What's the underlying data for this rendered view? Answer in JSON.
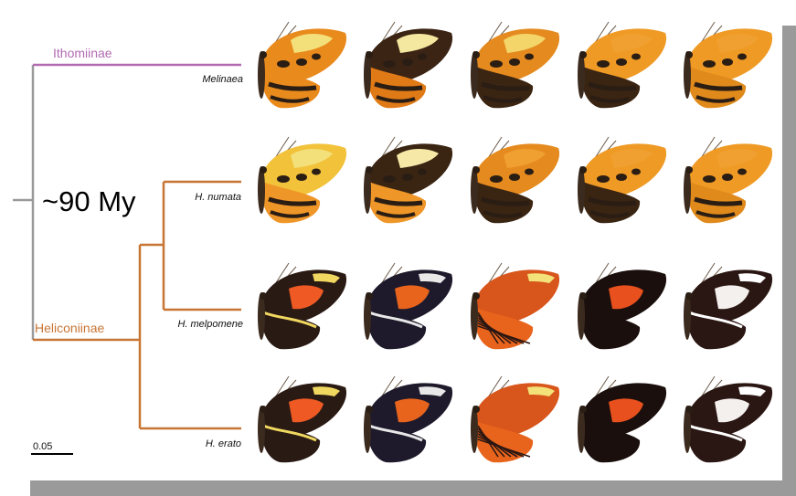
{
  "colors": {
    "ithomiinae_branch": "#b26bb2",
    "heliconiinae_branch": "#c87533",
    "root_branch": "#9a9a9a",
    "shadow": "#9a9a9a",
    "orange": "#e8901c",
    "black": "#2a1d14",
    "yellow": "#f3e27a",
    "red": "#e84c1e"
  },
  "tree": {
    "age_label": "~90 My",
    "clades": [
      {
        "label": "Ithomiinae",
        "color": "#b26bb2"
      },
      {
        "label": "Heliconiinae",
        "color": "#c87533"
      }
    ],
    "species": [
      "Melinaea",
      "H. numata",
      "H. melpomene",
      "H. erato"
    ],
    "scale_bar_label": "0.05"
  },
  "butterfly_rows": [
    {
      "species": "Melinaea",
      "morphs": [
        {
          "pattern": "tiger",
          "fore": "#e98a1c",
          "hind": "#e98a1c",
          "spots": "#2a1d14",
          "band": "#f3e07a"
        },
        {
          "pattern": "tiger",
          "fore": "#3b2414",
          "hind": "#e07a16",
          "spots": "#2a1d14",
          "band": "#f4e8a0"
        },
        {
          "pattern": "tiger",
          "fore": "#e58a1e",
          "hind": "#3a2412",
          "spots": "#2a1d14",
          "band": "#f3d56a"
        },
        {
          "pattern": "tiger",
          "fore": "#ef9a24",
          "hind": "#3a2412",
          "spots": "#2a1d14",
          "band": "#f0a030"
        },
        {
          "pattern": "tiger",
          "fore": "#ef9a24",
          "hind": "#e08a1c",
          "spots": "#2a1d14",
          "band": "#f0a030"
        }
      ]
    },
    {
      "species": "H. numata",
      "morphs": [
        {
          "pattern": "tiger",
          "fore": "#f2c23a",
          "hind": "#ef9628",
          "spots": "#2a1d14",
          "band": "#f3e07a"
        },
        {
          "pattern": "tiger",
          "fore": "#3a2412",
          "hind": "#ef9628",
          "spots": "#2a1d14",
          "band": "#f6e9a8"
        },
        {
          "pattern": "tiger",
          "fore": "#e58a1e",
          "hind": "#3a2412",
          "spots": "#2a1d14",
          "band": "#f0a030"
        },
        {
          "pattern": "tiger",
          "fore": "#ef9a24",
          "hind": "#3a2412",
          "spots": "#2a1d14",
          "band": "#f0a030"
        },
        {
          "pattern": "tiger",
          "fore": "#ef9a24",
          "hind": "#e08a1c",
          "spots": "#2a1d14",
          "band": "#f0a030"
        }
      ]
    },
    {
      "species": "H. melpomene",
      "morphs": [
        {
          "pattern": "postman",
          "fore": "#2a1a14",
          "hind": "#2a1a14",
          "spots": "#f0d860",
          "band": "#ef5a24"
        },
        {
          "pattern": "postman",
          "fore": "#1e1a2c",
          "hind": "#1e1a2c",
          "spots": "#e8e8e8",
          "band": "#e8641c"
        },
        {
          "pattern": "rayed",
          "fore": "#d8561c",
          "hind": "#e8641c",
          "spots": "#f3e27a",
          "band": "#e0521e"
        },
        {
          "pattern": "postman",
          "fore": "#1a0f0c",
          "hind": "#1a0f0c",
          "spots": "#1a0f0c",
          "band": "#e8501e"
        },
        {
          "pattern": "postman",
          "fore": "#2a1612",
          "hind": "#2a1612",
          "spots": "#ffffff",
          "band": "#f4f0ee"
        }
      ]
    },
    {
      "species": "H. erato",
      "morphs": [
        {
          "pattern": "postman",
          "fore": "#2a1a14",
          "hind": "#2a1a14",
          "spots": "#f0d860",
          "band": "#ef5a24"
        },
        {
          "pattern": "postman",
          "fore": "#1e1a2c",
          "hind": "#1e1a2c",
          "spots": "#e8e8e8",
          "band": "#e8641c"
        },
        {
          "pattern": "rayed",
          "fore": "#d8561c",
          "hind": "#e8641c",
          "spots": "#f3e27a",
          "band": "#e0521e"
        },
        {
          "pattern": "postman",
          "fore": "#1a0f0c",
          "hind": "#1a0f0c",
          "spots": "#1a0f0c",
          "band": "#e8501e"
        },
        {
          "pattern": "postman",
          "fore": "#2a1612",
          "hind": "#2a1612",
          "spots": "#ffffff",
          "band": "#f4f0ee"
        }
      ]
    }
  ]
}
